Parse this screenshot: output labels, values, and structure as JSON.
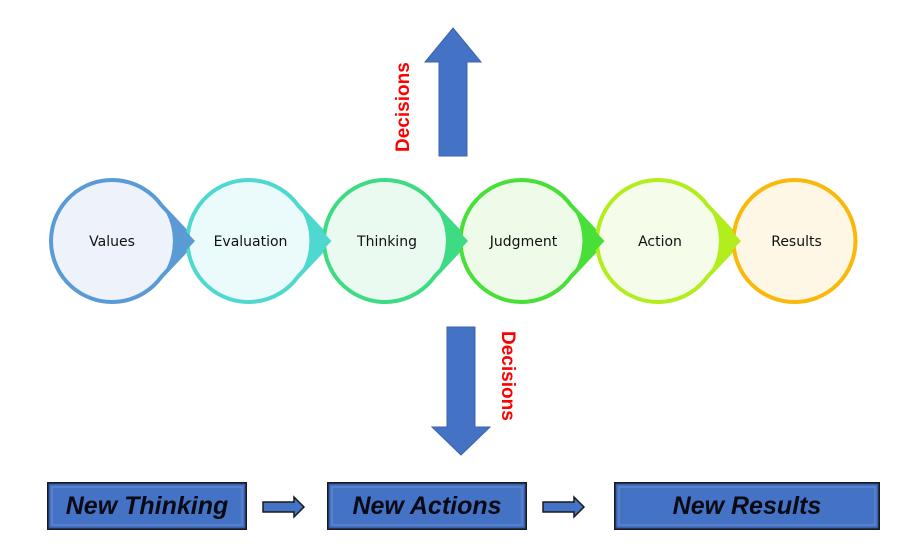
{
  "diagram": {
    "nodes": [
      {
        "label": "Values",
        "stroke": "#5b9bd5",
        "fill": "#eef3fb"
      },
      {
        "label": "Evaluation",
        "stroke": "#4fd8d0",
        "fill": "#ebfafa"
      },
      {
        "label": "Thinking",
        "stroke": "#3ddc84",
        "fill": "#eafaf1"
      },
      {
        "label": "Judgment",
        "stroke": "#48e038",
        "fill": "#edfbe8"
      },
      {
        "label": "Action",
        "stroke": "#b2ee1e",
        "fill": "#f5fdea"
      },
      {
        "label": "Results",
        "stroke": "#f9b90b",
        "fill": "#fff7e6"
      }
    ],
    "decisions_up": {
      "label": "Decisions",
      "direction": "up"
    },
    "decisions_down": {
      "label": "Decisions",
      "direction": "down"
    },
    "arrow_color": "#4472c4",
    "decision_text_color": "#ff0000",
    "outcome_boxes": [
      {
        "label": "New Thinking"
      },
      {
        "label": "New Actions"
      },
      {
        "label": "New Results"
      }
    ],
    "box_fill": "#4472c4"
  }
}
